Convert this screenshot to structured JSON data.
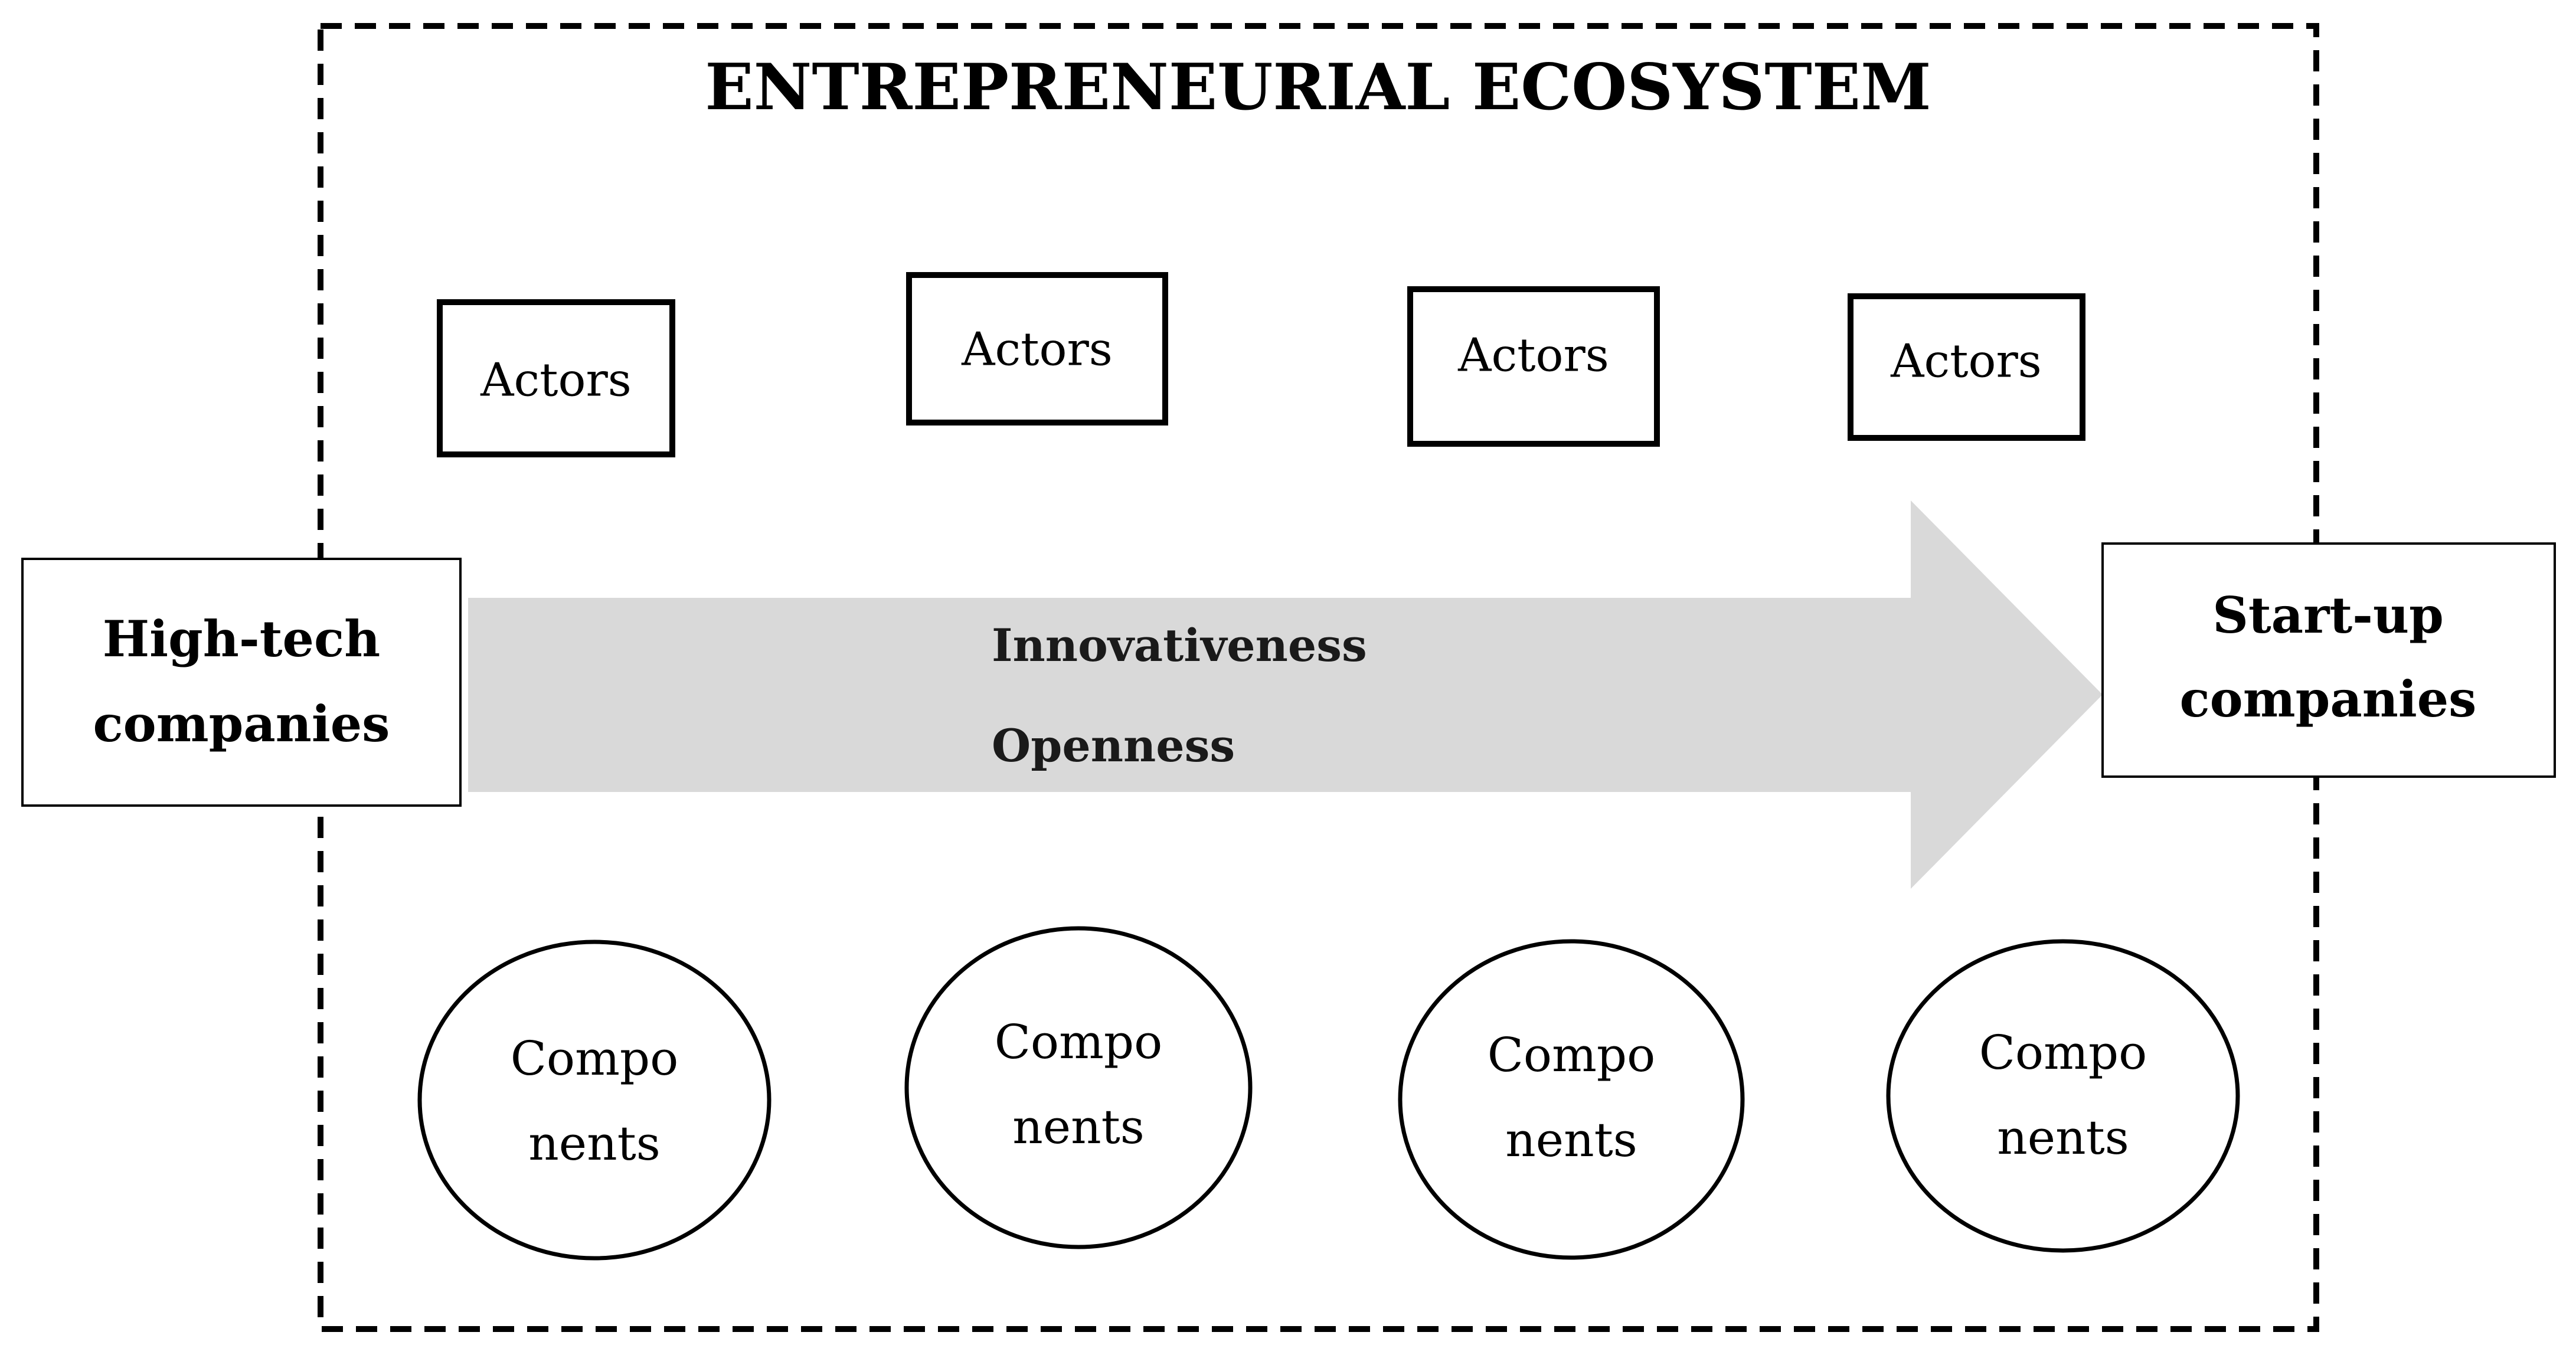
{
  "diagram": {
    "title": "ENTREPRENEURIAL ECOSYSTEM",
    "source": {
      "line1": "High-tech",
      "line2": "companies"
    },
    "target": {
      "line1": "Start-up",
      "line2": "companies"
    },
    "flow": {
      "line1": "Innovativeness",
      "line2": "Openness"
    },
    "actors": [
      "Actors",
      "Actors",
      "Actors",
      "Actors"
    ],
    "components": [
      {
        "line1": "Compo",
        "line2": "nents"
      },
      {
        "line1": "Compo",
        "line2": "nents"
      },
      {
        "line1": "Compo",
        "line2": "nents"
      },
      {
        "line1": "Compo",
        "line2": "nents"
      }
    ],
    "colors": {
      "stroke": "#000000",
      "arrow_fill": "#d9d9d9",
      "background": "#ffffff"
    }
  }
}
